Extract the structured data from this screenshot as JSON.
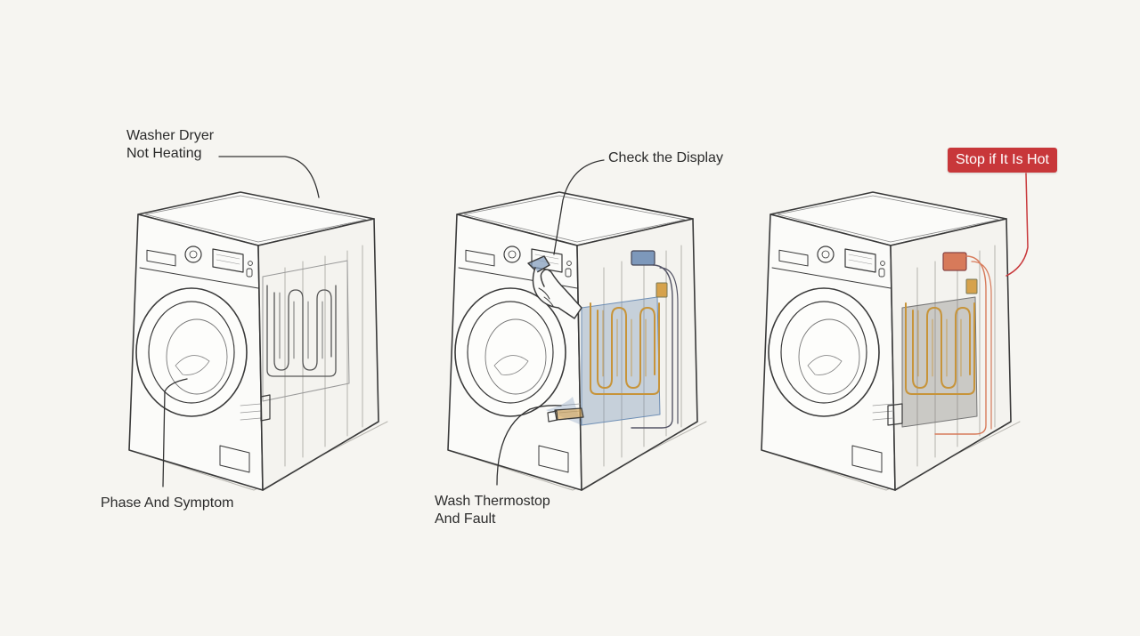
{
  "labels": {
    "washer_dryer_not_heating": [
      "Washer Dryer",
      "Not Heating"
    ],
    "phase_and_symptom": "Phase And Symptom",
    "check_the_display": "Check the Display",
    "wash_thermostop_and_fault": [
      "Wash Thermostop",
      "And Fault"
    ],
    "stop_if_it_is_hot": "Stop if It Is Hot"
  },
  "colors": {
    "background": "#f6f5f1",
    "line": "#3a3a3a",
    "warning": "#c8373a",
    "highlight_panel": "#6f8fb5",
    "heater_element": "#d6a24c",
    "hot_wire": "#d77a5a"
  },
  "icons": [
    "washing-machine-icon",
    "heating-element-icon",
    "hand-pointer-icon",
    "thermostat-icon",
    "warning-badge"
  ]
}
